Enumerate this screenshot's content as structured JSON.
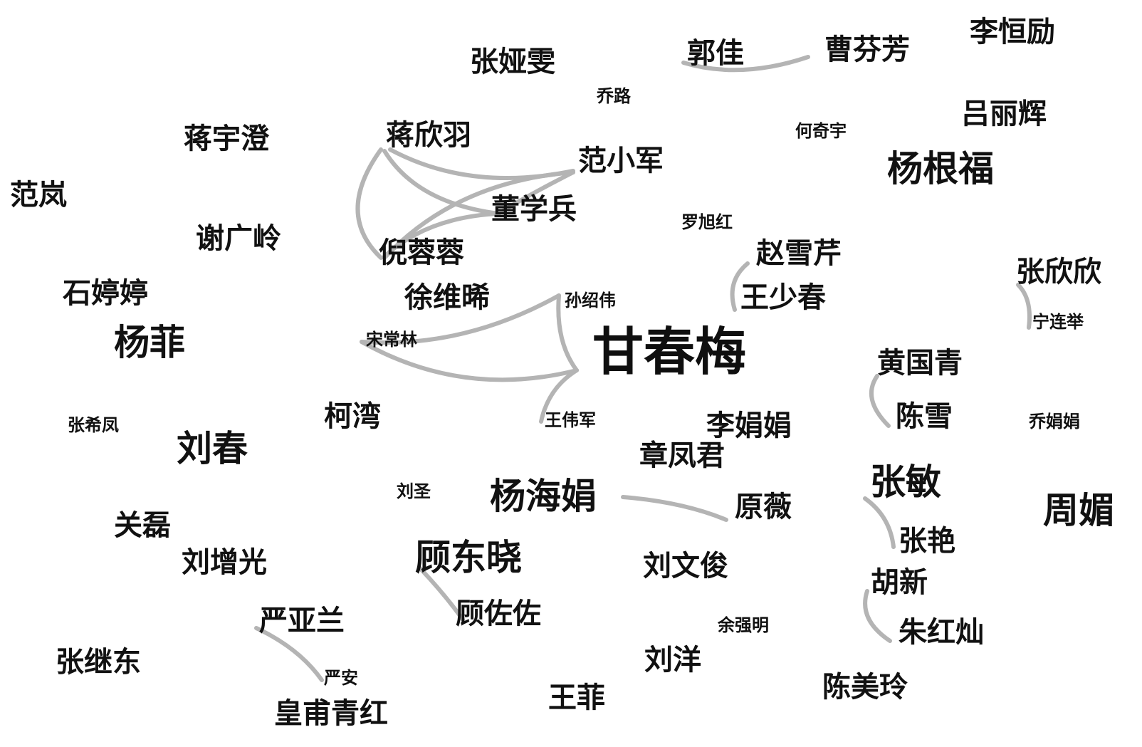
{
  "names": {
    "li_henglii": "李恒励",
    "guo_jia": "郭佳",
    "cao_fenfang": "曹芬芳",
    "zhang_yawen": "张娅雯",
    "qiao_lu": "乔路",
    "lv_lihui": "吕丽辉",
    "jiang_yucheng": "蒋宇澄",
    "jiang_xinyu": "蒋欣羽",
    "he_qiyu": "何奇宇",
    "fan_xiaojun": "范小军",
    "yang_genfu": "杨根福",
    "fan_lan": "范岚",
    "dong_xuebing": "董学兵",
    "luo_xuhong": "罗旭红",
    "xie_guangling": "谢广岭",
    "ni_rongrong": "倪蓉蓉",
    "zhao_xueqin": "赵雪芹",
    "zhang_xinxin": "张欣欣",
    "shi_tingting": "石婷婷",
    "xu_weixi": "徐维晞",
    "sun_shaowei": "孙绍伟",
    "wang_shaochun": "王少春",
    "ning_lianju": "宁连举",
    "yang_fei": "杨菲",
    "song_changlin": "宋常林",
    "gan_chunmei": "甘春梅",
    "huang_guoqing": "黄国青",
    "zhang_xifeng": "张希凤",
    "ke_wan": "柯湾",
    "wang_weijun": "王伟军",
    "li_juanjuan": "李娟娟",
    "chen_xue": "陈雪",
    "qiao_juanjuan": "乔娟娟",
    "liu_chun": "刘春",
    "zhang_fengjun": "章凤君",
    "zhang_min": "张敏",
    "liu_sheng": "刘圣",
    "yang_haijuan": "杨海娟",
    "yuan_wei": "原薇",
    "zhou_mei": "周媚",
    "guan_lei": "关磊",
    "zhang_yan": "张艳",
    "liu_zengguang": "刘增光",
    "gu_dongxiao": "顾东晓",
    "liu_wenjun": "刘文俊",
    "hu_xin": "胡新",
    "gu_zuozuo": "顾佐佐",
    "yan_yalan": "严亚兰",
    "yu_qiangming": "余强明",
    "zhu_hongcan": "朱红灿",
    "zhang_jidong": "张继东",
    "yan_an": "严安",
    "liu_yang": "刘洋",
    "chen_meiling": "陈美玲",
    "wang_fei": "王菲",
    "huangfu_qinghong": "皇甫青红"
  },
  "colors": {
    "link": "#b4b4b4",
    "text": "#111111",
    "background": "#ffffff"
  }
}
